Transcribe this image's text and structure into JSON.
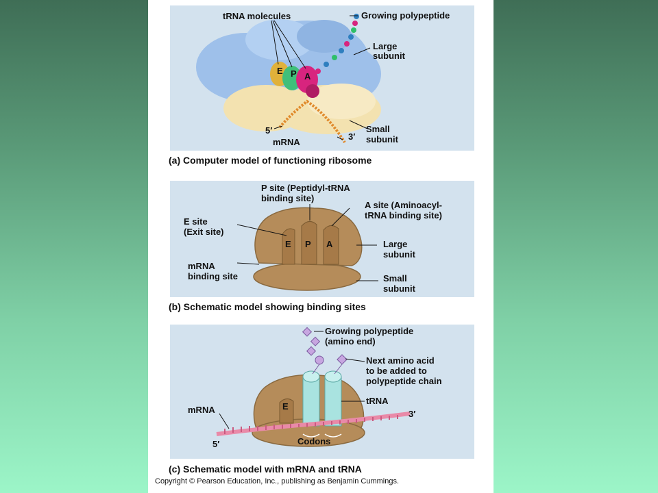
{
  "panel_a": {
    "labels": {
      "trna_molecules": "tRNA molecules",
      "growing_polypeptide": "Growing polypeptide",
      "large_subunit_1": "Large",
      "large_subunit_2": "subunit",
      "small_subunit_1": "Small",
      "small_subunit_2": "subunit",
      "five_prime": "5′",
      "three_prime": "3′",
      "mrna": "mRNA",
      "site_e": "E",
      "site_p": "P",
      "site_a": "A"
    },
    "caption": "(a) Computer model of functioning ribosome"
  },
  "panel_b": {
    "labels": {
      "p_site_1": "P site (Peptidyl-tRNA",
      "p_site_2": "binding site)",
      "a_site_1": "A site (Aminoacyl-",
      "a_site_2": "tRNA binding site)",
      "e_site_1": "E site",
      "e_site_2": "(Exit site)",
      "mrna_binding_1": "mRNA",
      "mrna_binding_2": "binding site",
      "large_1": "Large",
      "large_2": "subunit",
      "small_1": "Small",
      "small_2": "subunit",
      "site_e": "E",
      "site_p": "P",
      "site_a": "A"
    },
    "caption": "(b) Schematic model showing binding sites"
  },
  "panel_c": {
    "labels": {
      "growing_1": "Growing polypeptide",
      "growing_2": "(amino end)",
      "next_1": "Next amino acid",
      "next_2": "to be added to",
      "next_3": "polypeptide chain",
      "trna": "tRNA",
      "mrna": "mRNA",
      "three_prime": "3′",
      "five_prime": "5′",
      "codons": "Codons",
      "site_e": "E"
    },
    "caption": "(c) Schematic model with mRNA and tRNA"
  },
  "copyright": "Copyright © Pearson Education, Inc., publishing as Benjamin Cummings.",
  "colors": {
    "background_top": "#3f6e56",
    "background_bottom": "#9cf5c8",
    "panel": "#d3e2ee",
    "ribosome": "#b58c5a",
    "large_subunit_model": "#9ec0ea",
    "small_subunit_model": "#f3e2b0",
    "trna_tube": "#a9e3e0",
    "mrna": "#e98aa8"
  }
}
